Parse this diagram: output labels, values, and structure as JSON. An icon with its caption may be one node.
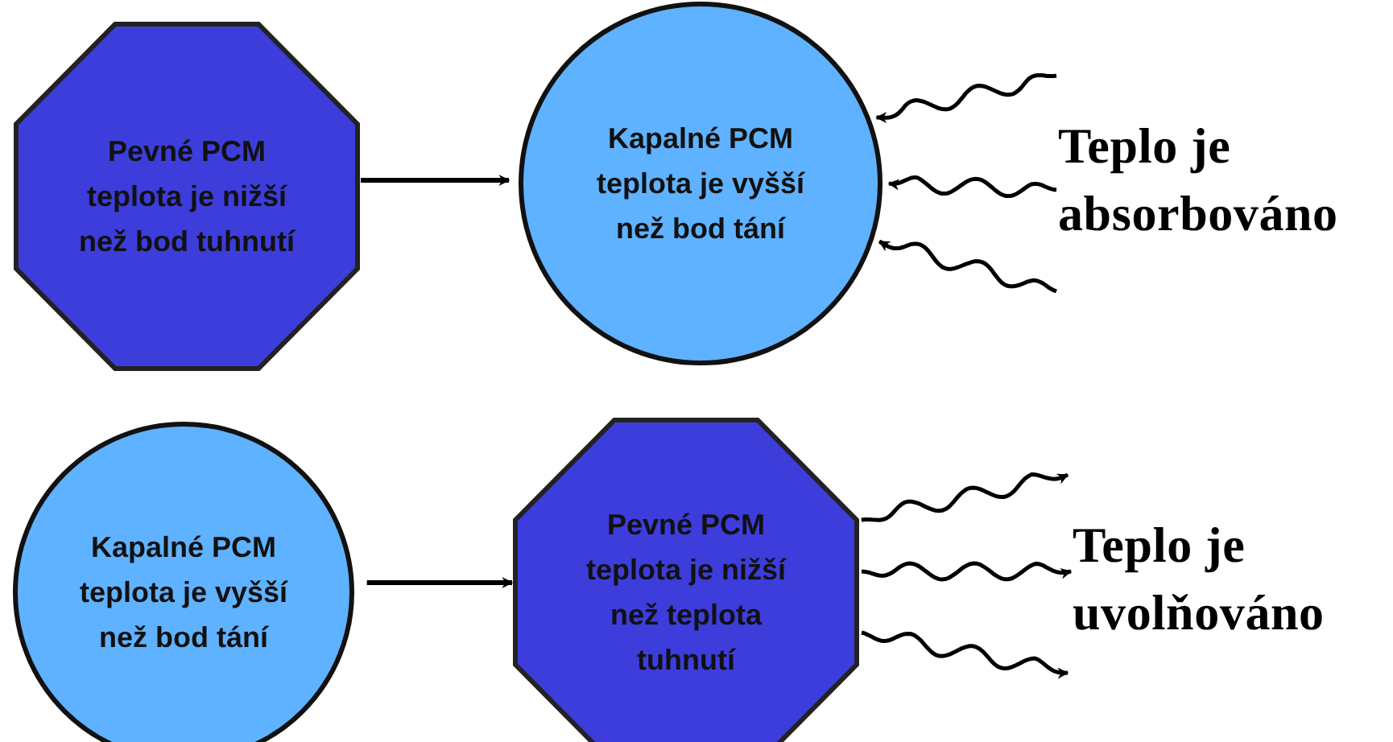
{
  "diagram": {
    "nodes": [
      {
        "text": [
          "Pevné PCM teplota je nižší než bod tuhnutí"
        ]
      },
      {
        "text": [
          "Kapalné PCM teplota je vyšší než bod tání"
        ]
      },
      {
        "text": [
          "Teplo je absorbováno"
        ]
      },
      {
        "text": [
          "Kapalné PCM teplota je vyšší než bod tání"
        ]
      },
      {
        "text": [
          "Pevné PCM teplota je nižší než teplota tuhnutí"
        ]
      },
      {
        "text": [
          "Teplo je uvolňováno"
        ]
      }
    ],
    "edges": [
      {
        "from": 0,
        "to": 1,
        "arrow": "to"
      },
      {
        "from": 2,
        "to": 1,
        "arrow": "to"
      },
      {
        "from": 2,
        "to": 1,
        "arrow": "to"
      },
      {
        "from": 2,
        "to": 1,
        "arrow": "to"
      },
      {
        "from": 3,
        "to": 4,
        "arrow": "to"
      },
      {
        "from": 4,
        "to": 5,
        "arrow": "to"
      },
      {
        "from": 4,
        "to": 5,
        "arrow": "to"
      },
      {
        "from": 4,
        "to": 5,
        "arrow": "to"
      }
    ]
  }
}
